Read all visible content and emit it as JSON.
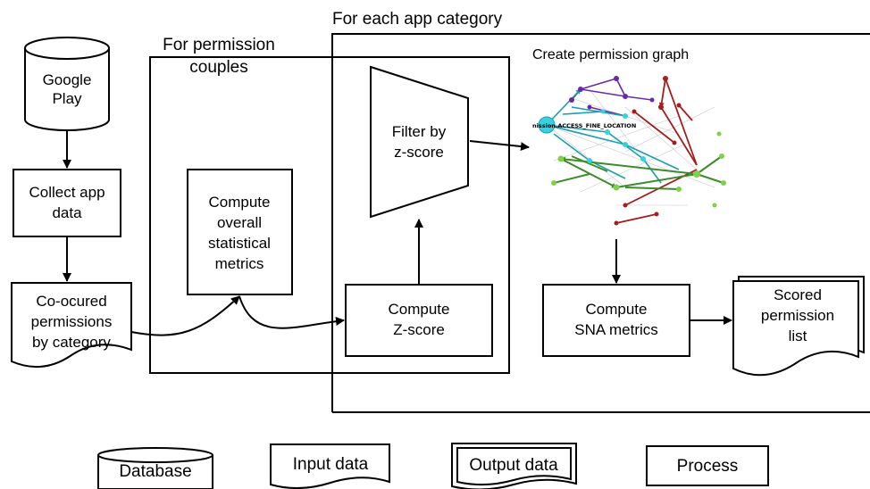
{
  "frames": {
    "app_category": "For each app category",
    "permission_couples": [
      "For permission",
      "couples"
    ]
  },
  "nodes": {
    "google_play": [
      "Google",
      "Play"
    ],
    "collect_app_data": [
      "Collect app",
      "data"
    ],
    "co_ocured": [
      "Co-ocured",
      "permissions",
      "by category"
    ],
    "compute_overall": [
      "Compute",
      "overall",
      "statistical",
      "metrics"
    ],
    "compute_zscore": [
      "Compute",
      "Z-score"
    ],
    "filter_zscore": [
      "Filter by",
      "z-score"
    ],
    "create_graph_title": "Create permission graph",
    "graph_center_label": "nission.ACCESS_FINE_LOCATION",
    "compute_sna": [
      "Compute",
      "SNA metrics"
    ],
    "scored_list": [
      "Scored",
      "permission",
      "list"
    ]
  },
  "legend": {
    "database": "Database",
    "input_data": "Input data",
    "output_data": "Output data",
    "process": "Process"
  }
}
